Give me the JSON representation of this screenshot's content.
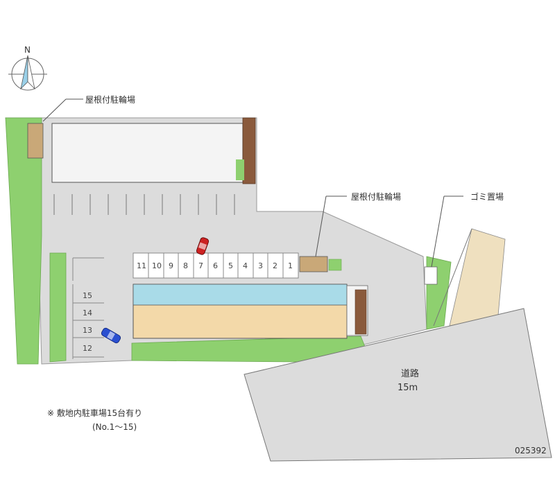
{
  "compass": {
    "north": "N",
    "icon": "compass-icon"
  },
  "labels": {
    "bicycle_top": "屋根付駐輪場",
    "bicycle_mid": "屋根付駐輪場",
    "garbage": "ゴミ置場",
    "road_name": "道路",
    "road_width": "15m"
  },
  "parking": {
    "top_row": [
      "11",
      "10",
      "9",
      "8",
      "7",
      "6",
      "5",
      "4",
      "3",
      "2",
      "1"
    ],
    "left_col": [
      "15",
      "14",
      "13",
      "12"
    ]
  },
  "note": {
    "line1": "※ 敷地内駐車場15台有り",
    "line2": "(No.1〜15)"
  },
  "property_code": "025392",
  "colors": {
    "grass": "#8ed06f",
    "pavement": "#dcdcdc",
    "lot_border": "#888888",
    "building_blue": "#a9dbe8",
    "building_tan": "#f3d9a9",
    "brick": "#8a5a3c",
    "bike_shed": "#c9a878",
    "ground_tan": "#efe0bf",
    "car_red": "#cc2222",
    "car_blue": "#2a4fd0"
  }
}
